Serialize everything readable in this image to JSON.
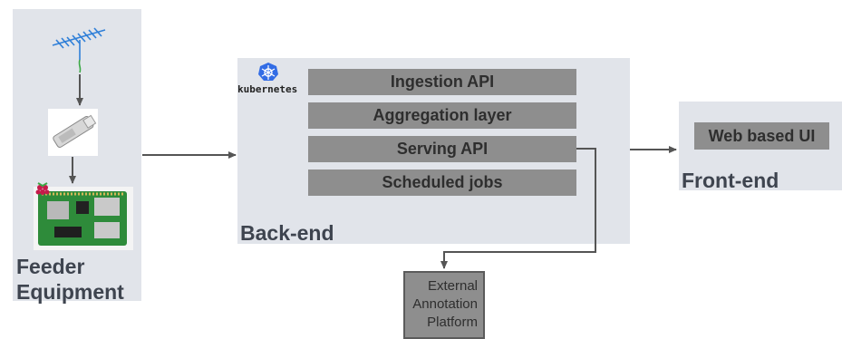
{
  "feeder": {
    "label_line1": "Feeder",
    "label_line2": "Equipment"
  },
  "backend": {
    "label": "Back-end",
    "platform_text": "kubernetes",
    "layers": [
      "Ingestion API",
      "Aggregation layer",
      "Serving API",
      "Scheduled jobs"
    ]
  },
  "frontend": {
    "label": "Front-end",
    "ui_label": "Web based UI"
  },
  "external": {
    "line1": "External",
    "line2": "Annotation",
    "line3": "Platform"
  },
  "icons": {
    "antenna": "antenna-icon",
    "sdr_dongle": "usb-sdr-dongle-icon",
    "raspberry_pi": "raspberry-pi-icon",
    "kubernetes": "kubernetes-logo-icon"
  },
  "colors": {
    "panel": "#e1e4ea",
    "bar": "#8e8e8e",
    "arrow": "#555555",
    "antenna": "#2f7fd8",
    "pi_board": "#2e8b3a",
    "raspberry": "#c51a4a",
    "k8s": "#326ce5"
  }
}
